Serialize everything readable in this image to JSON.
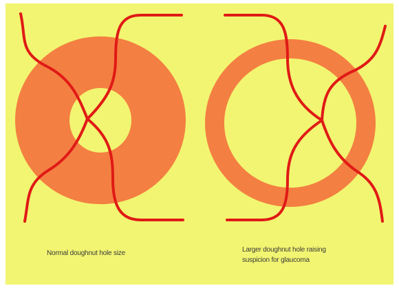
{
  "colors": {
    "background": "#f2f571",
    "rim": "#f47f42",
    "vessel": "#e01a16"
  },
  "diagrams": {
    "normal": {
      "caption": "Normal doughnut hole size"
    },
    "glaucoma": {
      "caption_line1": "Larger doughnut hole raising",
      "caption_line2": "suspicion for glaucoma"
    }
  }
}
